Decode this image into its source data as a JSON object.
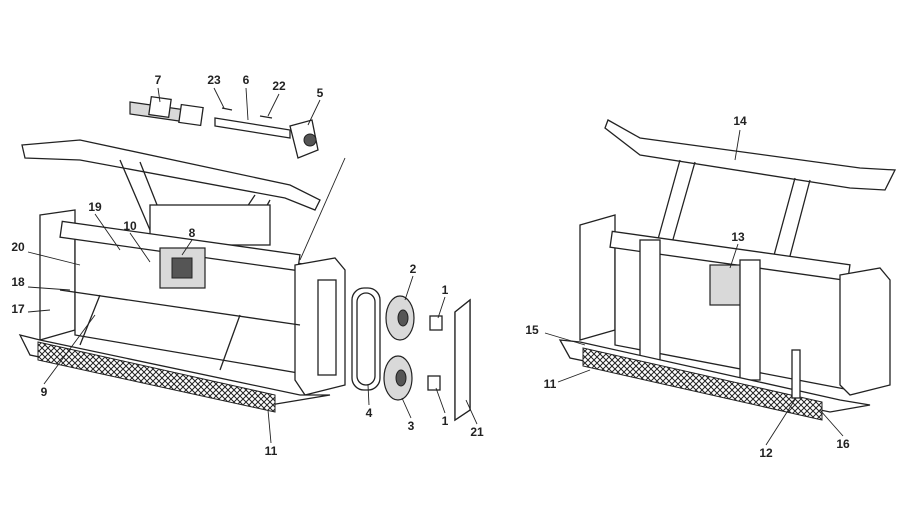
{
  "diagram": {
    "type": "exploded-parts-view",
    "callouts": [
      "7",
      "23",
      "6",
      "22",
      "5",
      "14",
      "19",
      "10",
      "8",
      "13",
      "20",
      "2",
      "18",
      "17",
      "1",
      "15",
      "9",
      "11",
      "4",
      "3",
      "1",
      "21",
      "11",
      "12",
      "16"
    ]
  }
}
